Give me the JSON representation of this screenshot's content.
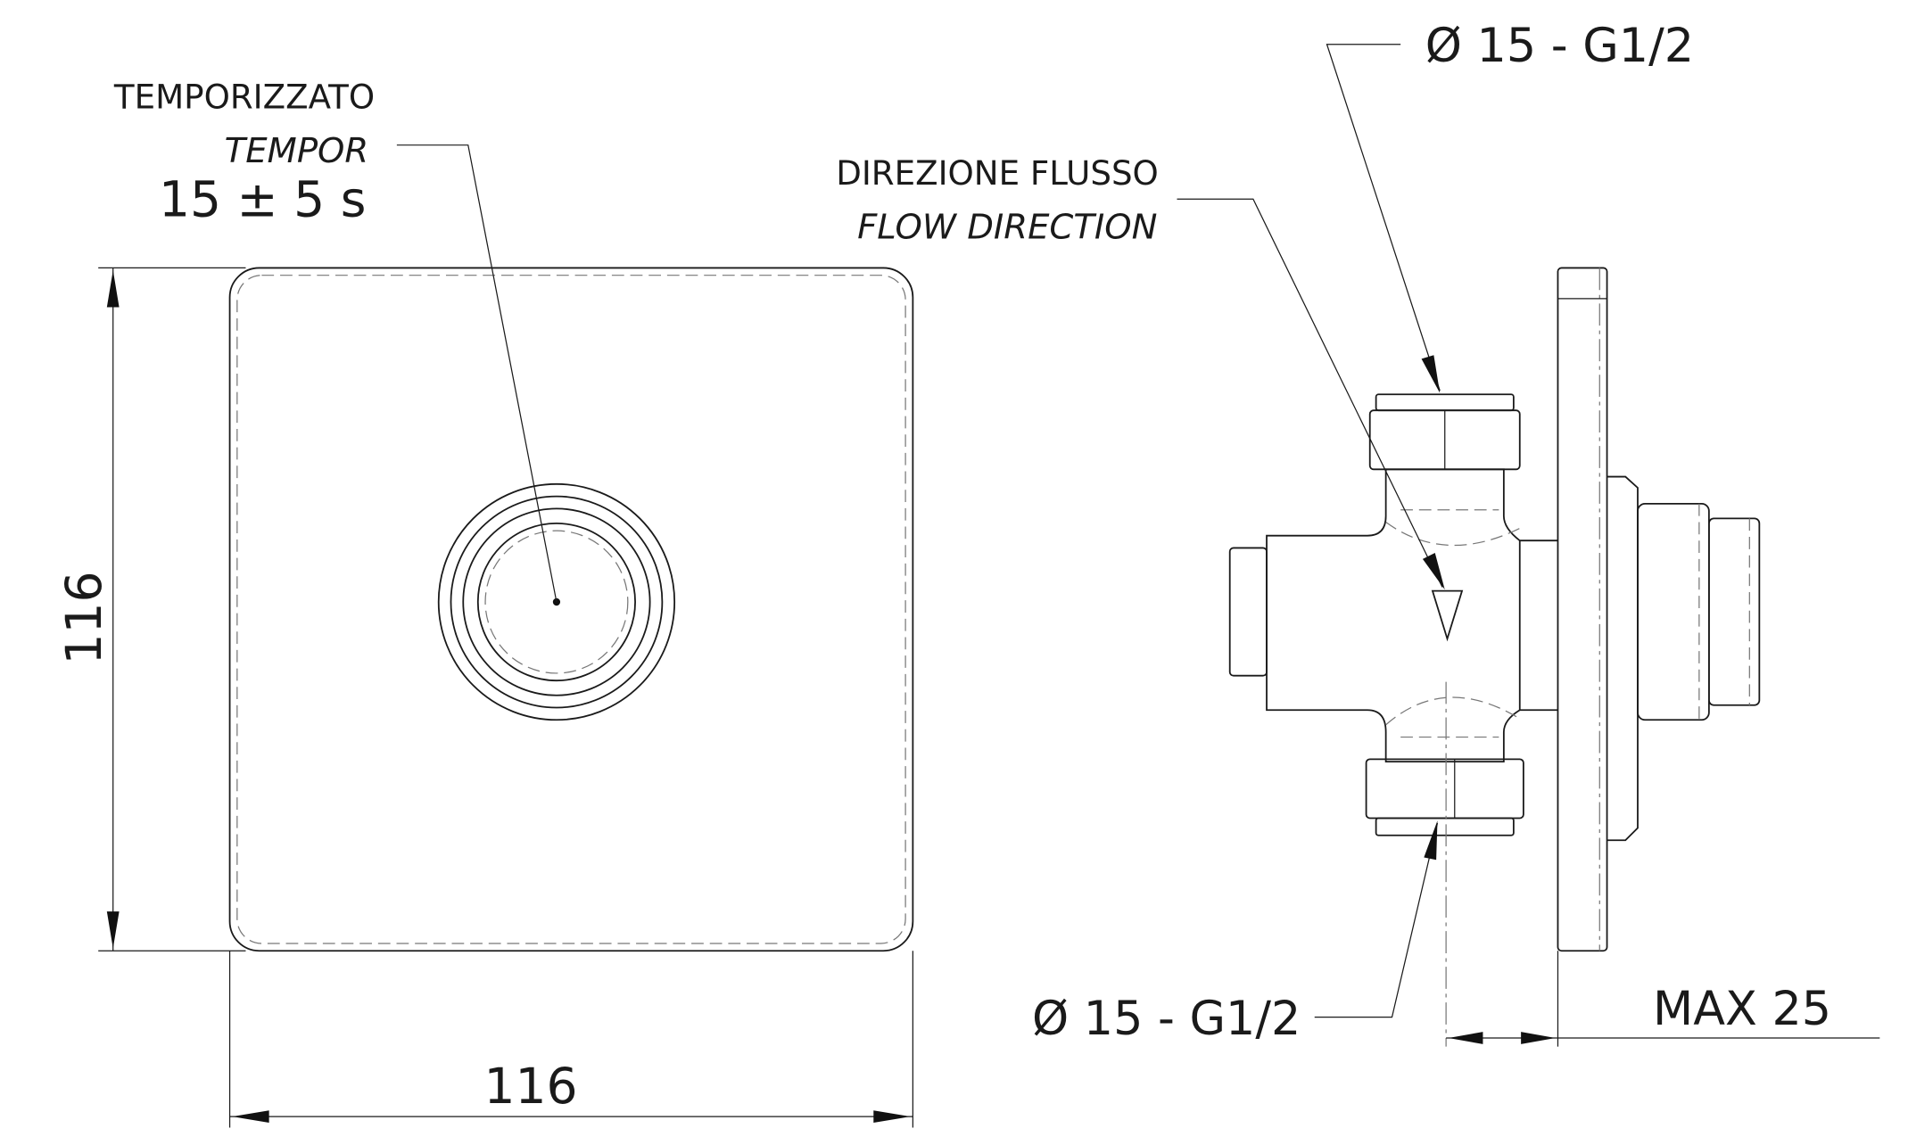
{
  "front_view": {
    "label_it": "TEMPORIZZATO",
    "label_en": "TEMPOR",
    "timing": "15 ± 5 s",
    "height_dim": "116",
    "width_dim": "116"
  },
  "side_view": {
    "flow_it": "DIREZIONE FLUSSO",
    "flow_en": "FLOW DIRECTION",
    "top_connection": "Ø 15 - G1/2",
    "bottom_connection": "Ø 15 - G1/2",
    "max_depth": "MAX 25"
  }
}
